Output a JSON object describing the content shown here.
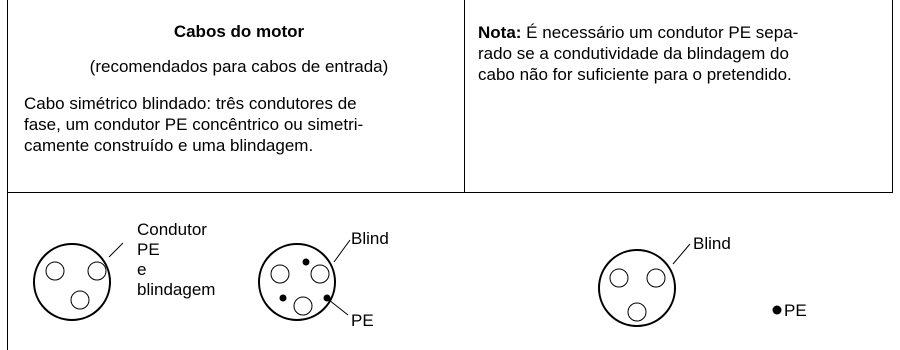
{
  "motor_cables": {
    "title": "Cabos do motor",
    "subtitle": "(recomendados para cabos de entrada)",
    "description_lines": [
      "Cabo simétrico blindado: três condutores de",
      "fase, um condutor PE concêntrico ou simetri-",
      "camente construído e uma blindagem."
    ]
  },
  "note": {
    "label": "Nota:",
    "lines": [
      " É necessário um condutor PE sepa-",
      "rado se a condutividade da blindagem do",
      "cabo não for suficiente para o pretendido."
    ]
  },
  "diagram_labels": {
    "concentric_pe_lines": [
      "Condutor",
      "PE",
      "e",
      "blindagem"
    ],
    "shield_a": "Blind",
    "pe_a": "PE",
    "shield_b": "Blind",
    "pe_b": "PE"
  },
  "colors": {
    "ink": "#000000",
    "background": "#ffffff"
  }
}
